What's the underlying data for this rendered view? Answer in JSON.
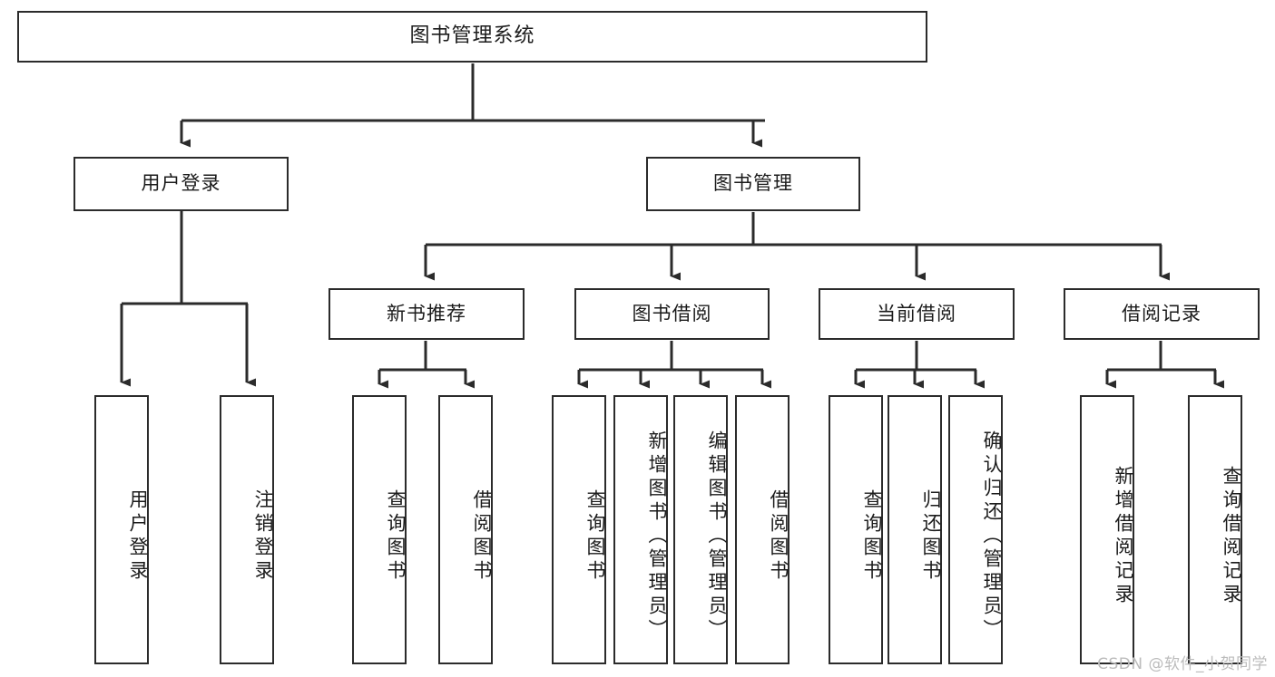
{
  "diagram": {
    "title": "图书管理系统",
    "type": "hierarchy-tree",
    "orientation": "top-down",
    "colors": {
      "stroke": "#2b2b2b",
      "fill": "#ffffff",
      "text": "#1b1b1b",
      "watermark": "#bcbcbc"
    },
    "root": {
      "id": "root",
      "label": "图书管理系统"
    },
    "level2": [
      {
        "id": "user-login",
        "label": "用户登录"
      },
      {
        "id": "book-manage",
        "label": "图书管理"
      }
    ],
    "level3": [
      {
        "id": "new-book-rec",
        "label": "新书推荐",
        "parent": "book-manage"
      },
      {
        "id": "book-borrow",
        "label": "图书借阅",
        "parent": "book-manage"
      },
      {
        "id": "current-borrow",
        "label": "当前借阅",
        "parent": "book-manage"
      },
      {
        "id": "borrow-record",
        "label": "借阅记录",
        "parent": "book-manage"
      }
    ],
    "leaves": {
      "user_login": [
        {
          "id": "leaf-user-login",
          "label": "用户登录"
        },
        {
          "id": "leaf-logout",
          "label": "注销登录"
        }
      ],
      "new_book_rec": [
        {
          "id": "leaf-query-book-1",
          "label": "查询图书"
        },
        {
          "id": "leaf-borrow-book-1",
          "label": "借阅图书"
        }
      ],
      "book_borrow": [
        {
          "id": "leaf-query-book-2",
          "label": "查询图书"
        },
        {
          "id": "leaf-add-book",
          "label": "新增图书（管理员）"
        },
        {
          "id": "leaf-edit-book",
          "label": "编辑图书（管理员）"
        },
        {
          "id": "leaf-borrow-book-2",
          "label": "借阅图书"
        }
      ],
      "current_borrow": [
        {
          "id": "leaf-query-book-3",
          "label": "查询图书"
        },
        {
          "id": "leaf-return-book",
          "label": "归还图书"
        },
        {
          "id": "leaf-confirm-return",
          "label": "确认归还（管理员）"
        }
      ],
      "borrow_record": [
        {
          "id": "leaf-add-record",
          "label": "新增借阅记录"
        },
        {
          "id": "leaf-query-record",
          "label": "查询借阅记录"
        }
      ]
    },
    "watermark": "CSDN @软件_小贺同学"
  }
}
